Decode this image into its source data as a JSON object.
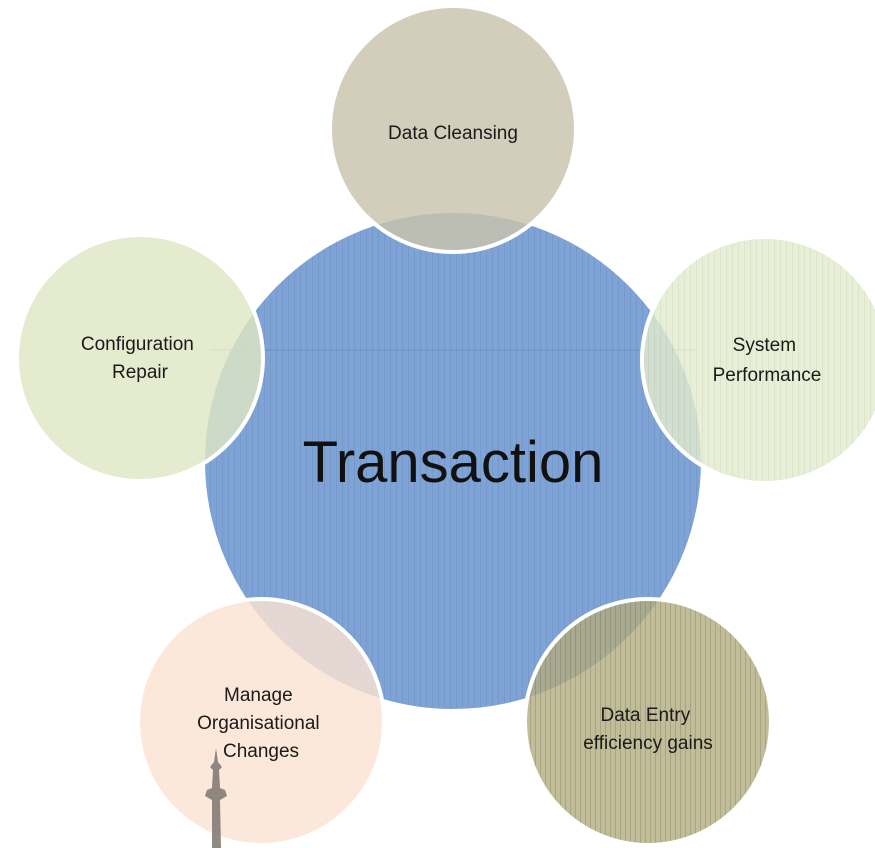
{
  "center": {
    "label": "Transaction",
    "color": "#7ea3d6"
  },
  "satellites": [
    {
      "key": "data-cleansing",
      "lines": [
        "Data Cleansing"
      ],
      "color": "#c9c3ad"
    },
    {
      "key": "system-performance",
      "lines": [
        "System",
        "Performance"
      ],
      "color": "#e3ebcf"
    },
    {
      "key": "data-entry-efficiency",
      "lines": [
        "Data Entry",
        "efficiency gains"
      ],
      "color": "#b3ad7f"
    },
    {
      "key": "manage-organisational-changes",
      "lines": [
        "Manage",
        "Organisational",
        "Changes"
      ],
      "color": "#fbe3d2"
    },
    {
      "key": "configuration-repair",
      "lines": [
        "Configuration",
        "Repair"
      ],
      "color": "#dfe7c5"
    }
  ]
}
